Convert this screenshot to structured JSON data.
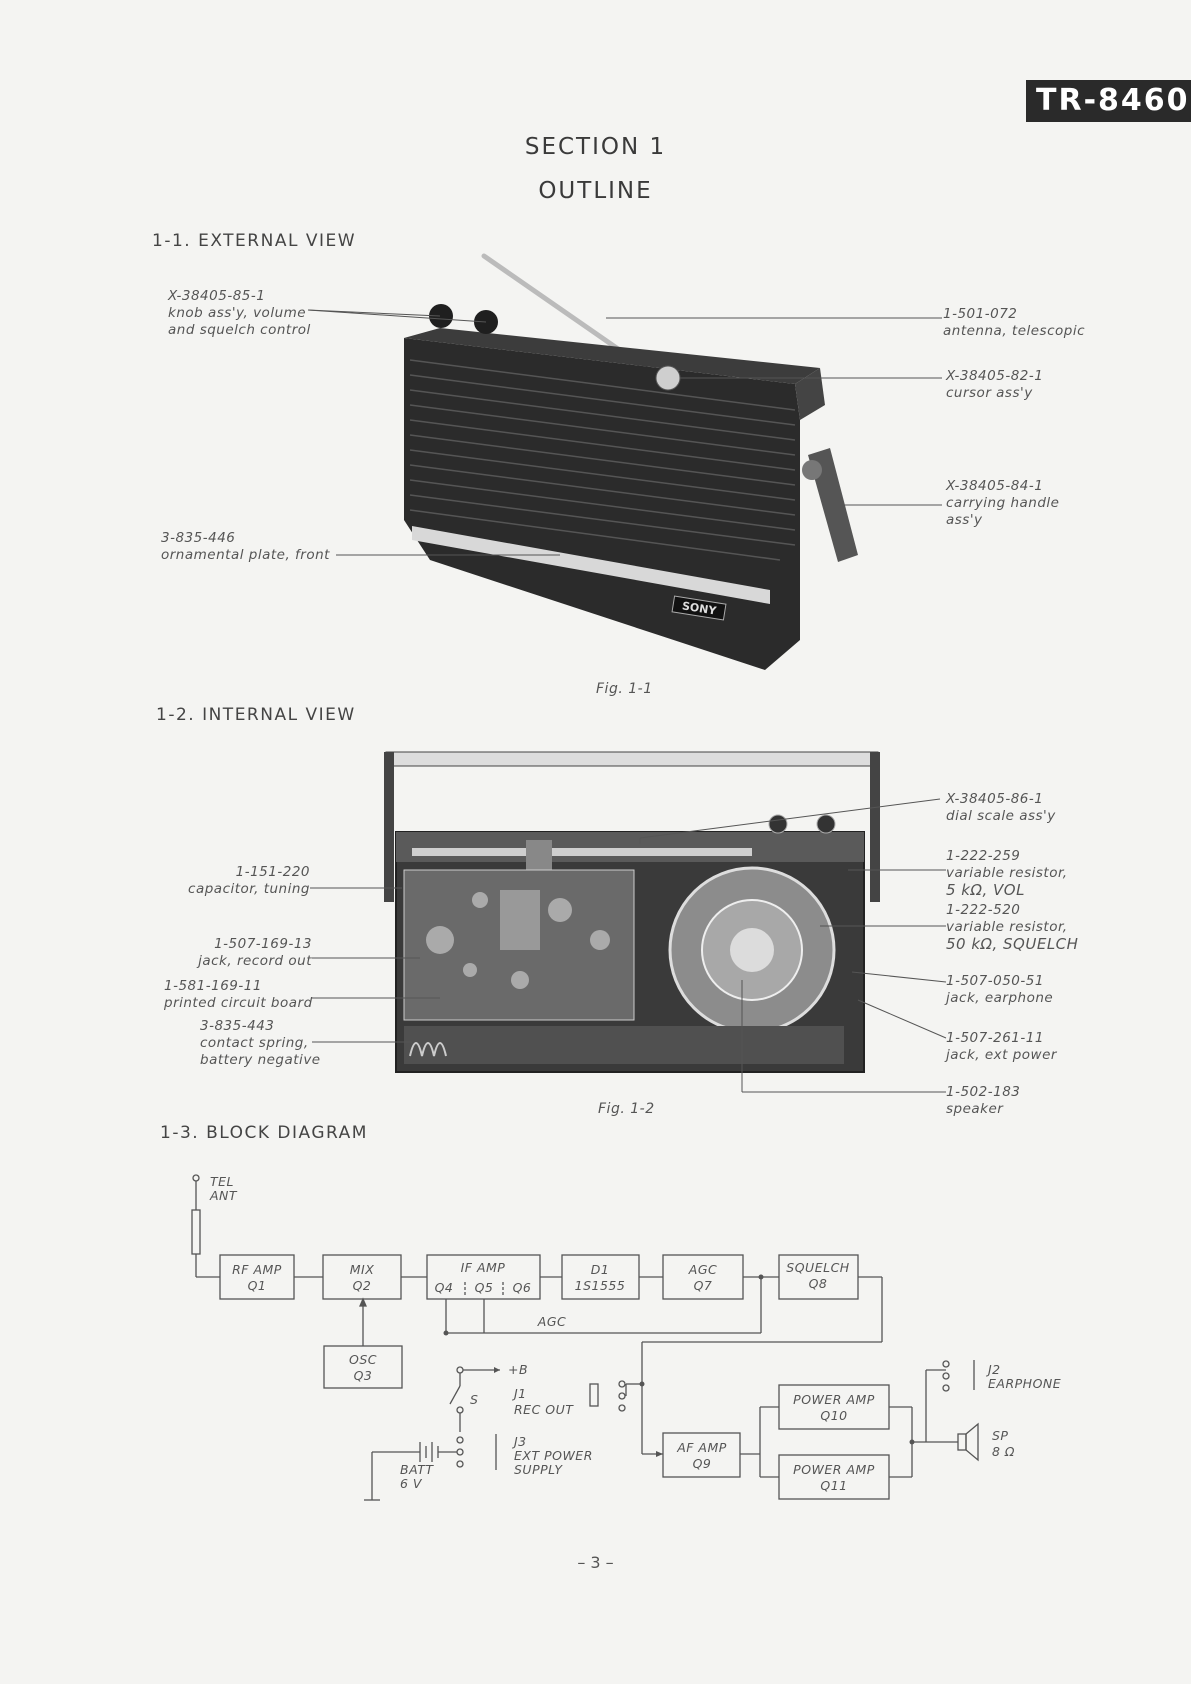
{
  "header": {
    "model_label": "TR-8460",
    "section_title": "SECTION 1",
    "section_subtitle": "OUTLINE",
    "page_number": "– 3 –"
  },
  "external_view": {
    "heading": "1-1.  EXTERNAL VIEW",
    "figure_caption": "Fig. 1-1",
    "callouts": [
      {
        "part": "X-38405-85-1",
        "description": "knob ass'y, volume and squelch control"
      },
      {
        "part": "1-501-072",
        "description": "antenna, telescopic"
      },
      {
        "part": "X-38405-82-1",
        "description": "cursor ass'y"
      },
      {
        "part": "X-38405-84-1",
        "description": "carrying handle ass'y"
      },
      {
        "part": "3-835-446",
        "description": "ornamental plate, front"
      }
    ],
    "brand_plate": "SONY"
  },
  "internal_view": {
    "heading": "1-2.  INTERNAL VIEW",
    "figure_caption": "Fig. 1-2",
    "callouts": [
      {
        "part": "X-38405-86-1",
        "description": "dial scale ass'y"
      },
      {
        "part": "1-151-220",
        "description": "capacitor, tuning"
      },
      {
        "part": "1-222-259",
        "description": "variable resistor,",
        "description2": "5 kΩ, VOL"
      },
      {
        "part": "1-222-520",
        "description": "variable resistor,",
        "description2": "50 kΩ, SQUELCH"
      },
      {
        "part": "1-507-169-13",
        "description": "jack, record out"
      },
      {
        "part": "1-581-169-11",
        "description": "printed circuit board"
      },
      {
        "part": "1-507-050-51",
        "description": "jack, earphone"
      },
      {
        "part": "3-835-443",
        "description": "contact spring,",
        "description2": "battery negative"
      },
      {
        "part": "1-507-261-11",
        "description": "jack, ext power"
      },
      {
        "part": "1-502-183",
        "description": "speaker"
      }
    ]
  },
  "block_diagram": {
    "heading": "1-3.  BLOCK DIAGRAM",
    "antenna": [
      "TEL",
      "ANT"
    ],
    "blocks": {
      "rf_amp": [
        "RF AMP",
        "Q1"
      ],
      "mix": [
        "MIX",
        "Q2"
      ],
      "if_amp": [
        "IF AMP",
        "Q4",
        "Q5",
        "Q6"
      ],
      "det": [
        "D1",
        "1S1555"
      ],
      "agc": [
        "AGC",
        "Q7"
      ],
      "squelch": [
        "SQUELCH",
        "Q8"
      ],
      "osc": [
        "OSC",
        "Q3"
      ],
      "af_amp": [
        "AF AMP",
        "Q9"
      ],
      "power_amp_1": [
        "POWER AMP",
        "Q10"
      ],
      "power_amp_2": [
        "POWER AMP",
        "Q11"
      ]
    },
    "agc_line_label": "AGC",
    "plus_b": "+B",
    "switch": "S",
    "rec_out": [
      "J1",
      "REC OUT"
    ],
    "ext_power": [
      "J3",
      "EXT POWER",
      "SUPPLY"
    ],
    "battery": [
      "BATT",
      "6 V"
    ],
    "earphone": [
      "J2",
      "EARPHONE"
    ],
    "speaker": [
      "SP",
      "8 Ω"
    ]
  }
}
